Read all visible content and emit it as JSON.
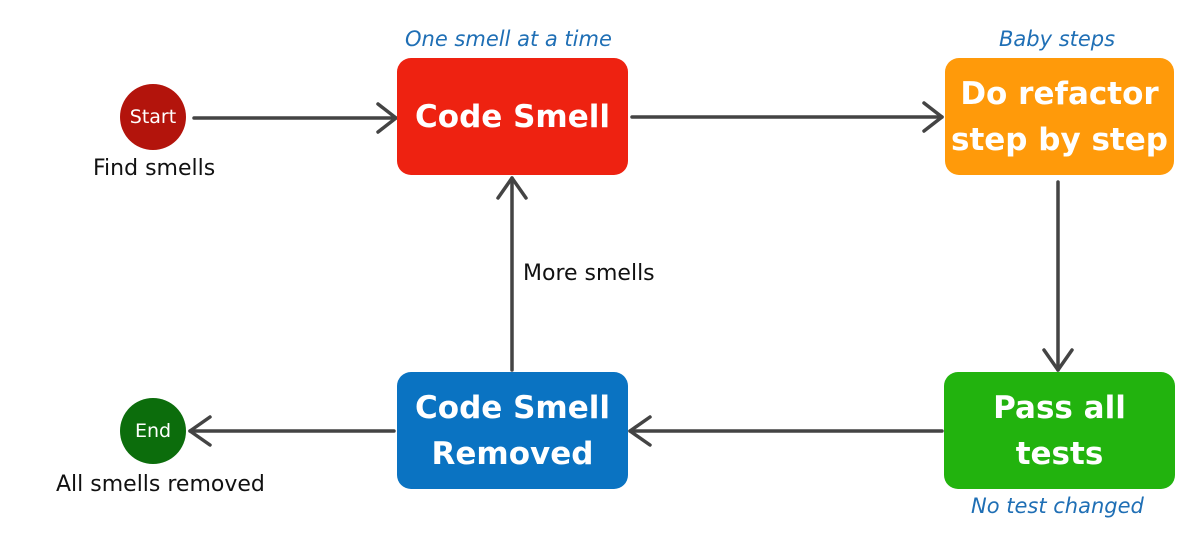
{
  "colors": {
    "start": "#b3140c",
    "end": "#0c6d0c",
    "code_smell": "#ee2211",
    "refactor": "#ff9a0a",
    "pass_tests": "#22b30e",
    "removed": "#0a73c2",
    "note_text": "#1f6fb5",
    "arrow": "#444444"
  },
  "nodes": {
    "start": {
      "label": "Start"
    },
    "end": {
      "label": "End"
    },
    "code_smell": {
      "label": "Code Smell"
    },
    "refactor": {
      "label": "Do refactor step by step"
    },
    "pass_tests": {
      "label": "Pass all tests"
    },
    "removed": {
      "label": "Code Smell Removed"
    }
  },
  "notes": {
    "one_smell": "One smell at a time",
    "baby_steps": "Baby steps",
    "no_test_changed": "No test changed"
  },
  "labels": {
    "find_smells": "Find smells",
    "all_removed": "All smells removed",
    "more_smells": "More smells"
  }
}
